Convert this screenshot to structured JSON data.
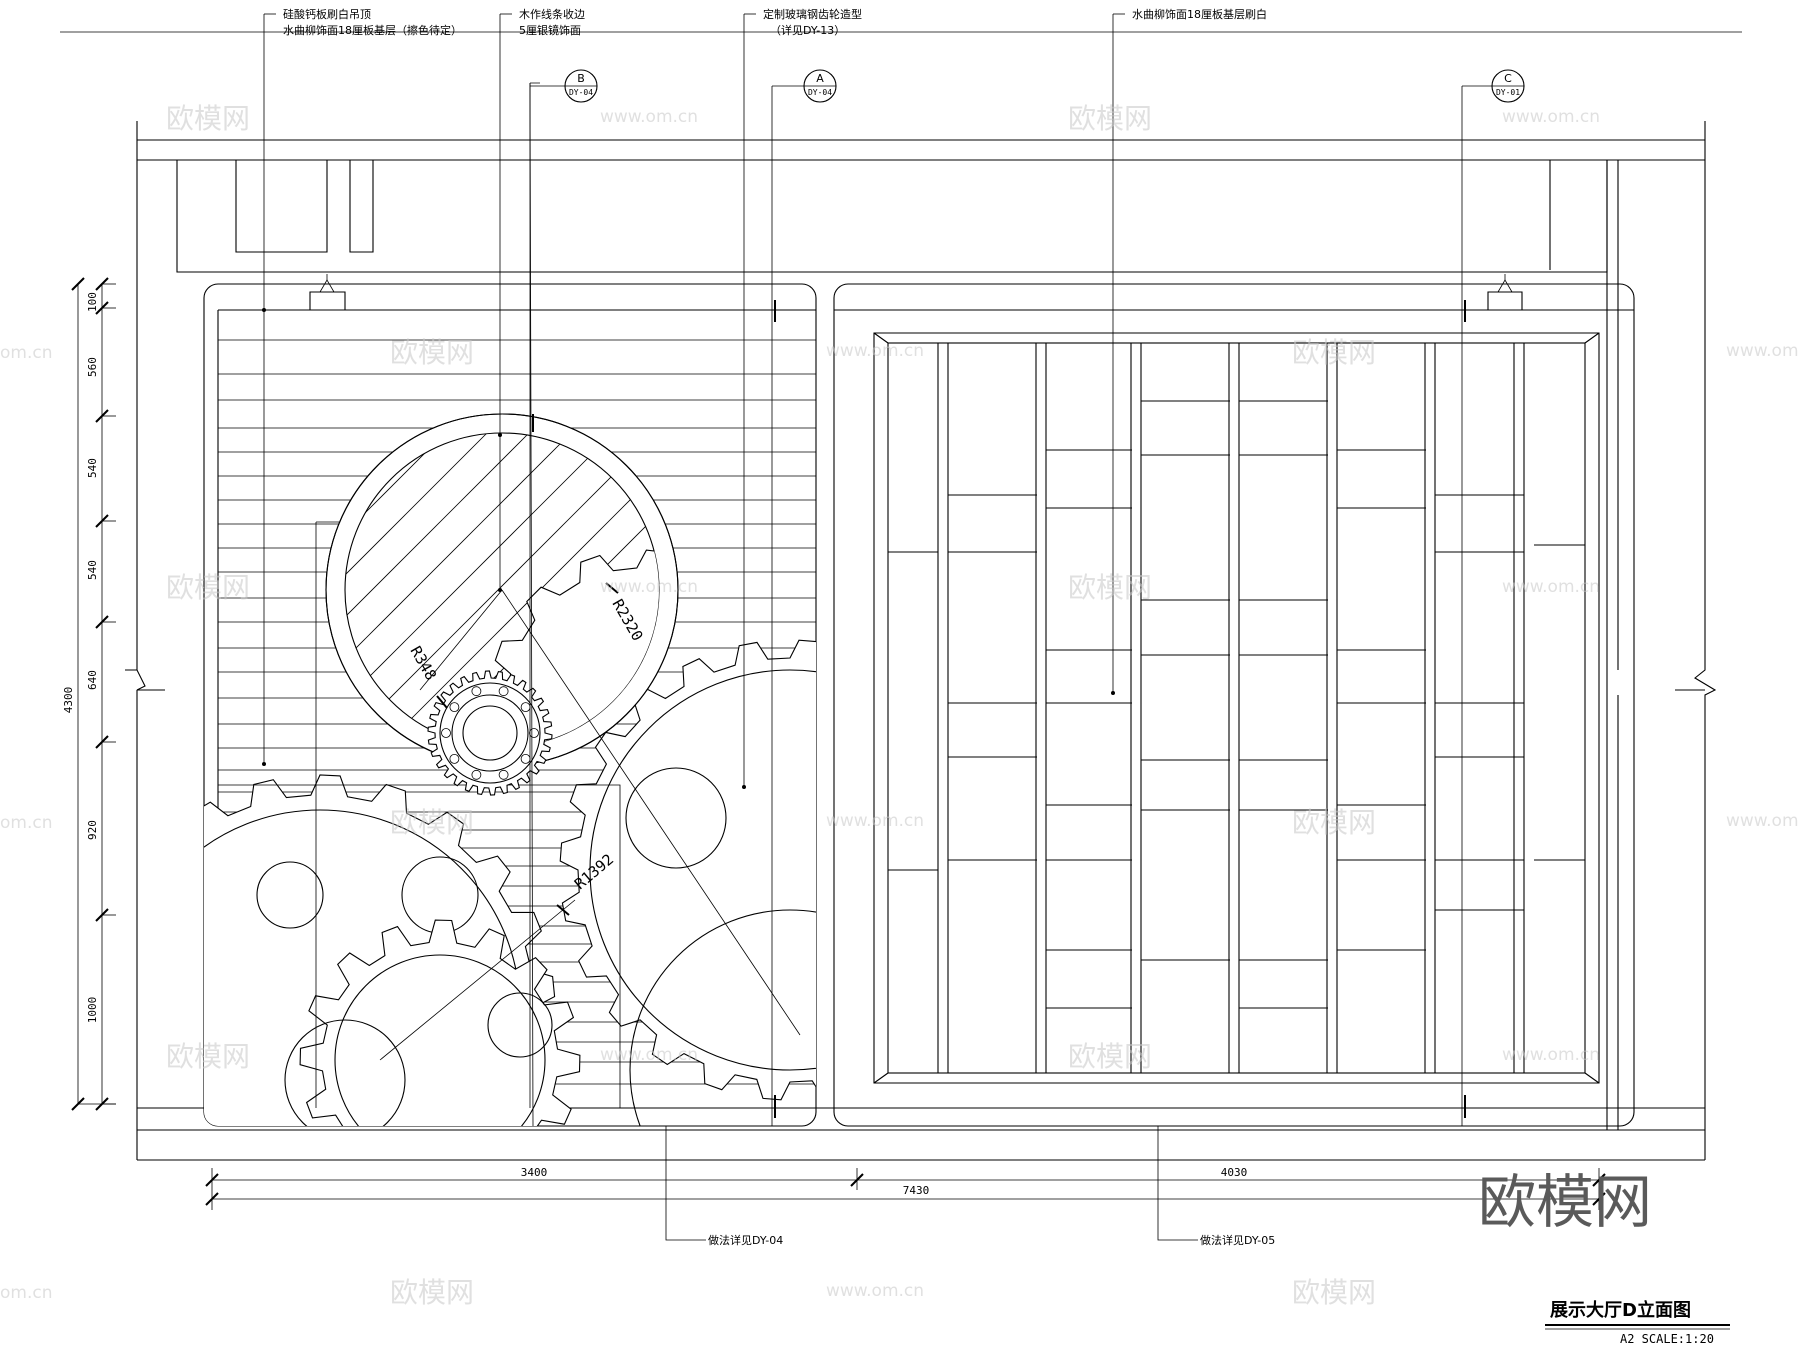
{
  "drawing": {
    "title": "展示大厅D立面图",
    "scale": "A2 SCALE:1:20",
    "brand_watermark": "欧模网",
    "watermark_text": "欧模网",
    "watermark_url": "www.om.cn",
    "watermark_url_partial": "om.cn"
  },
  "callouts": [
    {
      "line1": "硅酸钙板刷白吊顶",
      "line2": "水曲柳饰面18厘板基层（擦色待定）"
    },
    {
      "line1": "木作线条收边",
      "line2": "5厘银镜饰面"
    },
    {
      "line1": "定制玻璃钢齿轮造型",
      "line2": "（详见DY-13）"
    },
    {
      "line1": "水曲柳饰面18厘板基层刷白",
      "line2": ""
    }
  ],
  "bottom_notes": [
    {
      "text": "做法详见DY-04"
    },
    {
      "text": "做法详见DY-05"
    }
  ],
  "section_tags": [
    {
      "letter": "B",
      "ref": "DY-04"
    },
    {
      "letter": "A",
      "ref": "DY-04"
    },
    {
      "letter": "C",
      "ref": "DY-01"
    }
  ],
  "radii": {
    "large_circle": "R2320",
    "small_gear": "R348",
    "lower_gear": "R1392"
  },
  "dimensions": {
    "horizontal": {
      "left": "3400",
      "right": "4030",
      "total": "7430"
    },
    "vertical_total": "4300",
    "vertical": [
      "100",
      "560",
      "540",
      "540",
      "640",
      "920",
      "1000"
    ]
  }
}
